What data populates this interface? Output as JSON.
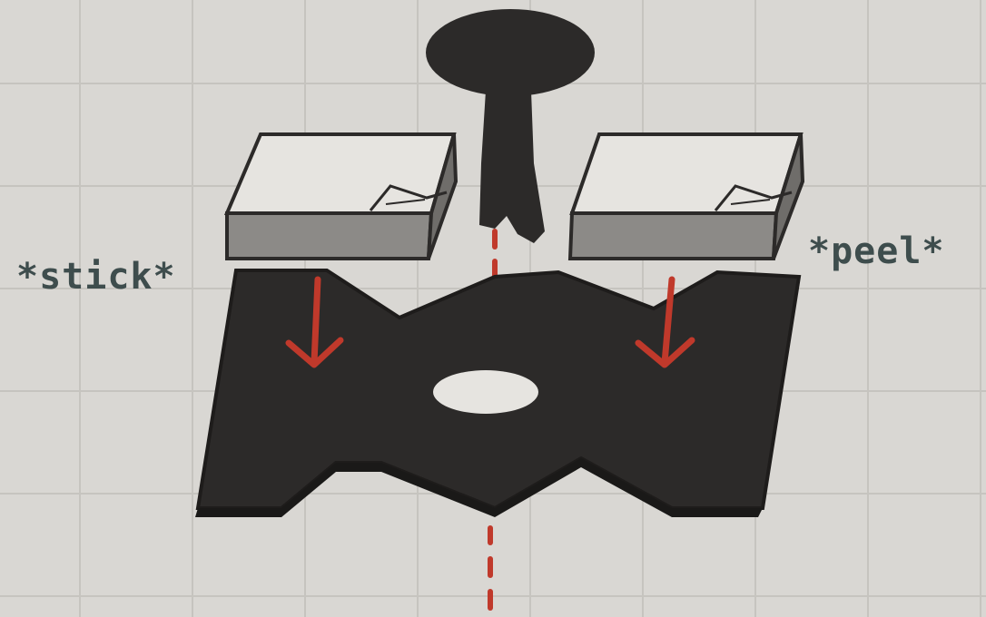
{
  "labels": {
    "stick": "*stick*",
    "peel": "*peel*"
  },
  "colors": {
    "paper": "#d9d7d3",
    "grid": "#c6c4bf",
    "ink": "#2c2a29",
    "label": "#3e4d4d",
    "arrow": "#c0392b",
    "pad_top": "#e6e4e0",
    "pad_side": "#8c8a87"
  },
  "icons": [
    "pin-icon",
    "adhesive-pad-icon",
    "mounting-plate-icon",
    "down-arrow-icon",
    "center-axis-line"
  ]
}
